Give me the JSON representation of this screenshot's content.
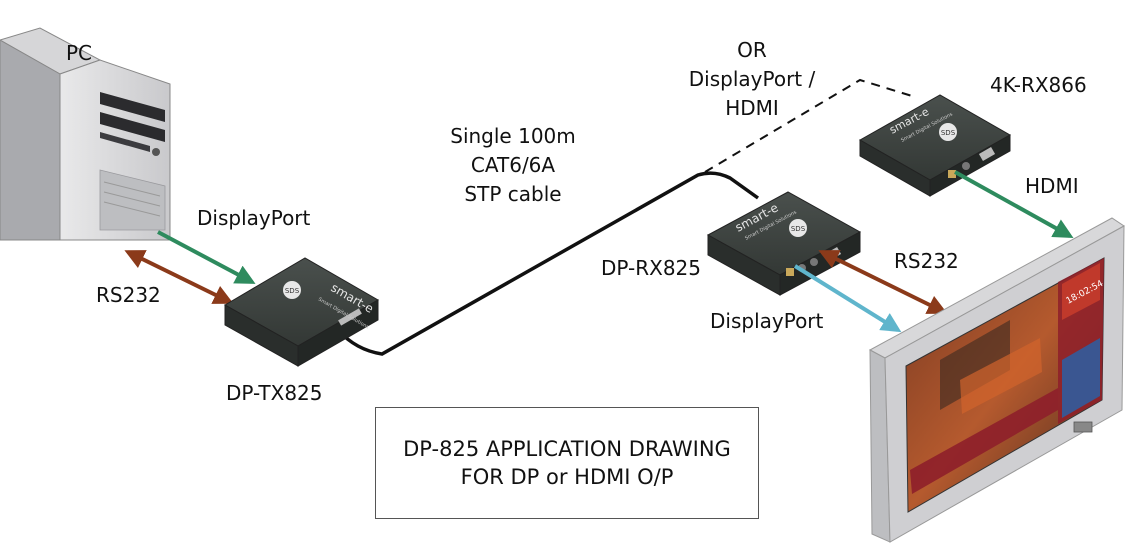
{
  "labels": {
    "pc": "PC",
    "displayport_left": "DisplayPort",
    "rs232_left": "RS232",
    "tx_device": "DP-TX825",
    "cable_line1": "Single 100m",
    "cable_line2": "CAT6/6A",
    "cable_line3": "STP cable",
    "or_line1": "OR",
    "or_line2": "DisplayPort /",
    "or_line3": "HDMI",
    "rx866_device": "4K-RX866",
    "hdmi_right": "HDMI",
    "rx825_device": "DP-RX825",
    "rs232_right": "RS232",
    "displayport_right": "DisplayPort"
  },
  "device_branding": {
    "brand": "smart-e",
    "tagline": "Smart Digital Solutions",
    "logo": "SDS"
  },
  "caption": {
    "line1": "DP-825 APPLICATION DRAWING",
    "line2": "FOR DP or HDMI O/P"
  },
  "colors": {
    "displayport_arrow_left": "#2e8b5e",
    "rs232_arrow": "#8b3a1a",
    "displayport_arrow_right": "#5fb5cc",
    "hdmi_arrow": "#2e8b5e",
    "device_body": "#3a3f3c"
  },
  "screen": {
    "header_time": "18:02:54"
  }
}
